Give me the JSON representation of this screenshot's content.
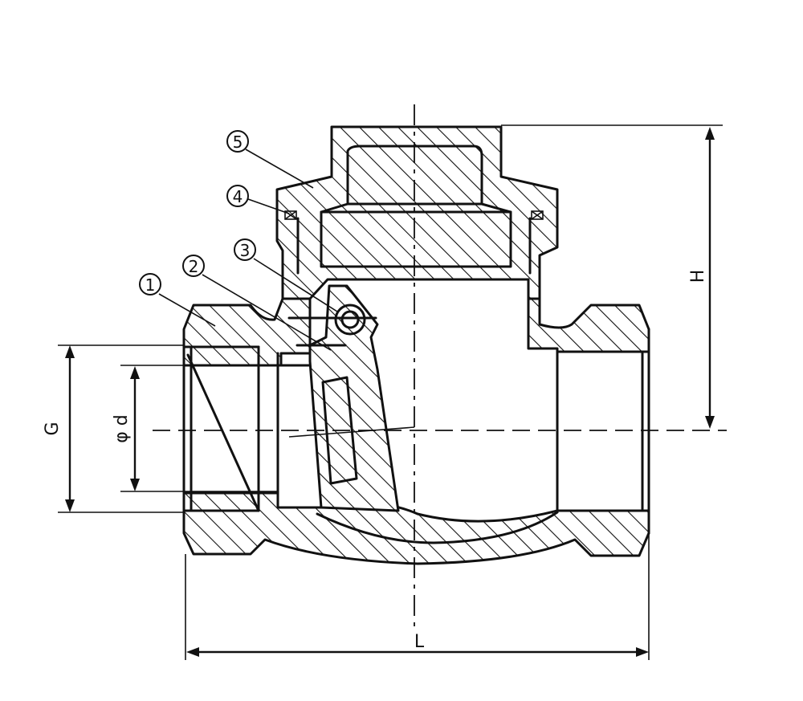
{
  "dimensions": {
    "g": "G",
    "d": "φ d",
    "h": "H",
    "l": "L"
  },
  "parts": [
    {
      "id": "1"
    },
    {
      "id": "2"
    },
    {
      "id": "3"
    },
    {
      "id": "4"
    },
    {
      "id": "5"
    }
  ]
}
